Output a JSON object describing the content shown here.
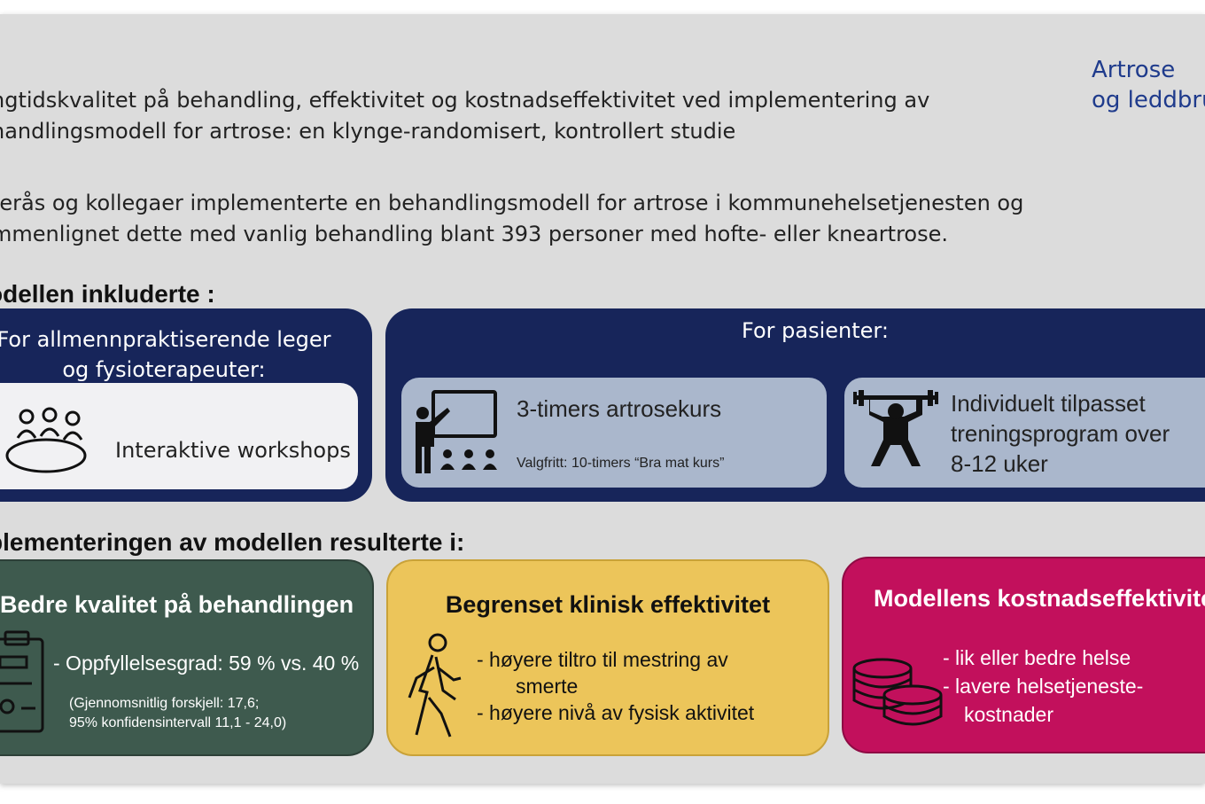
{
  "brand": {
    "line1": "Artrose",
    "line2": "og leddbru"
  },
  "title": {
    "line1": "ngtidskvalitet på behandling, effektivitet og kostnadseffektivitet ved implementering av",
    "line2": "handlingsmodell for artrose: en klynge-randomisert, kontrollert studie"
  },
  "description": {
    "line1": "terås og kollegaer implementerte en behandlingsmodell for artrose i kommunehelsetjenesten og",
    "line2": "mmenlignet dette med vanlig behandling blant 393 personer med hofte- eller kneartrose."
  },
  "model_heading": "odellen inkluderte :",
  "clinicians": {
    "header_line1": "For allmennpraktiserende leger",
    "header_line2": "og fysioterapeuter:",
    "item": "Interaktive workshops"
  },
  "patients": {
    "header": "For pasienter:",
    "course_title": "3-timers artrosekurs",
    "course_note": "Valgfritt: 10-timers “Bra mat kurs”",
    "training_line1": "Individuelt tilpasset",
    "training_line2": "treningsprogram over",
    "training_line3": "8-12 uker"
  },
  "results_heading": "plementeringen av modellen resulterte i:",
  "results": {
    "quality": {
      "title": "Bedre kvalitet på behandlingen",
      "item": "- Oppfyllelsesgrad: 59 % vs. 40 %",
      "note_line1": "(Gjennomsnitlig forskjell: 17,6;",
      "note_line2": "95% konfidensintervall 11,1 - 24,0)"
    },
    "clinical": {
      "title": "Begrenset klinisk effektivitet",
      "item1_line1": "- høyere tiltro til mestring av",
      "item1_line2": "smerte",
      "item2": "- høyere nivå av fysisk aktivitet"
    },
    "cost": {
      "title": "Modellens kostnadseffektivite",
      "item1": "-  lik eller bedre helse",
      "item2_line1": "-  lavere helsetjeneste-",
      "item2_line2": "kostnader"
    }
  },
  "colors": {
    "navy": "#17255a",
    "green": "#3e5a4e",
    "yellow": "#ecc55a",
    "pink": "#c2105c",
    "brand_blue": "#1f3b8c"
  },
  "icons": [
    "meeting-table-icon",
    "teacher-board-icon",
    "weightlifter-icon",
    "checklist-clipboard-icon",
    "walking-person-icon",
    "coin-stack-icon"
  ]
}
